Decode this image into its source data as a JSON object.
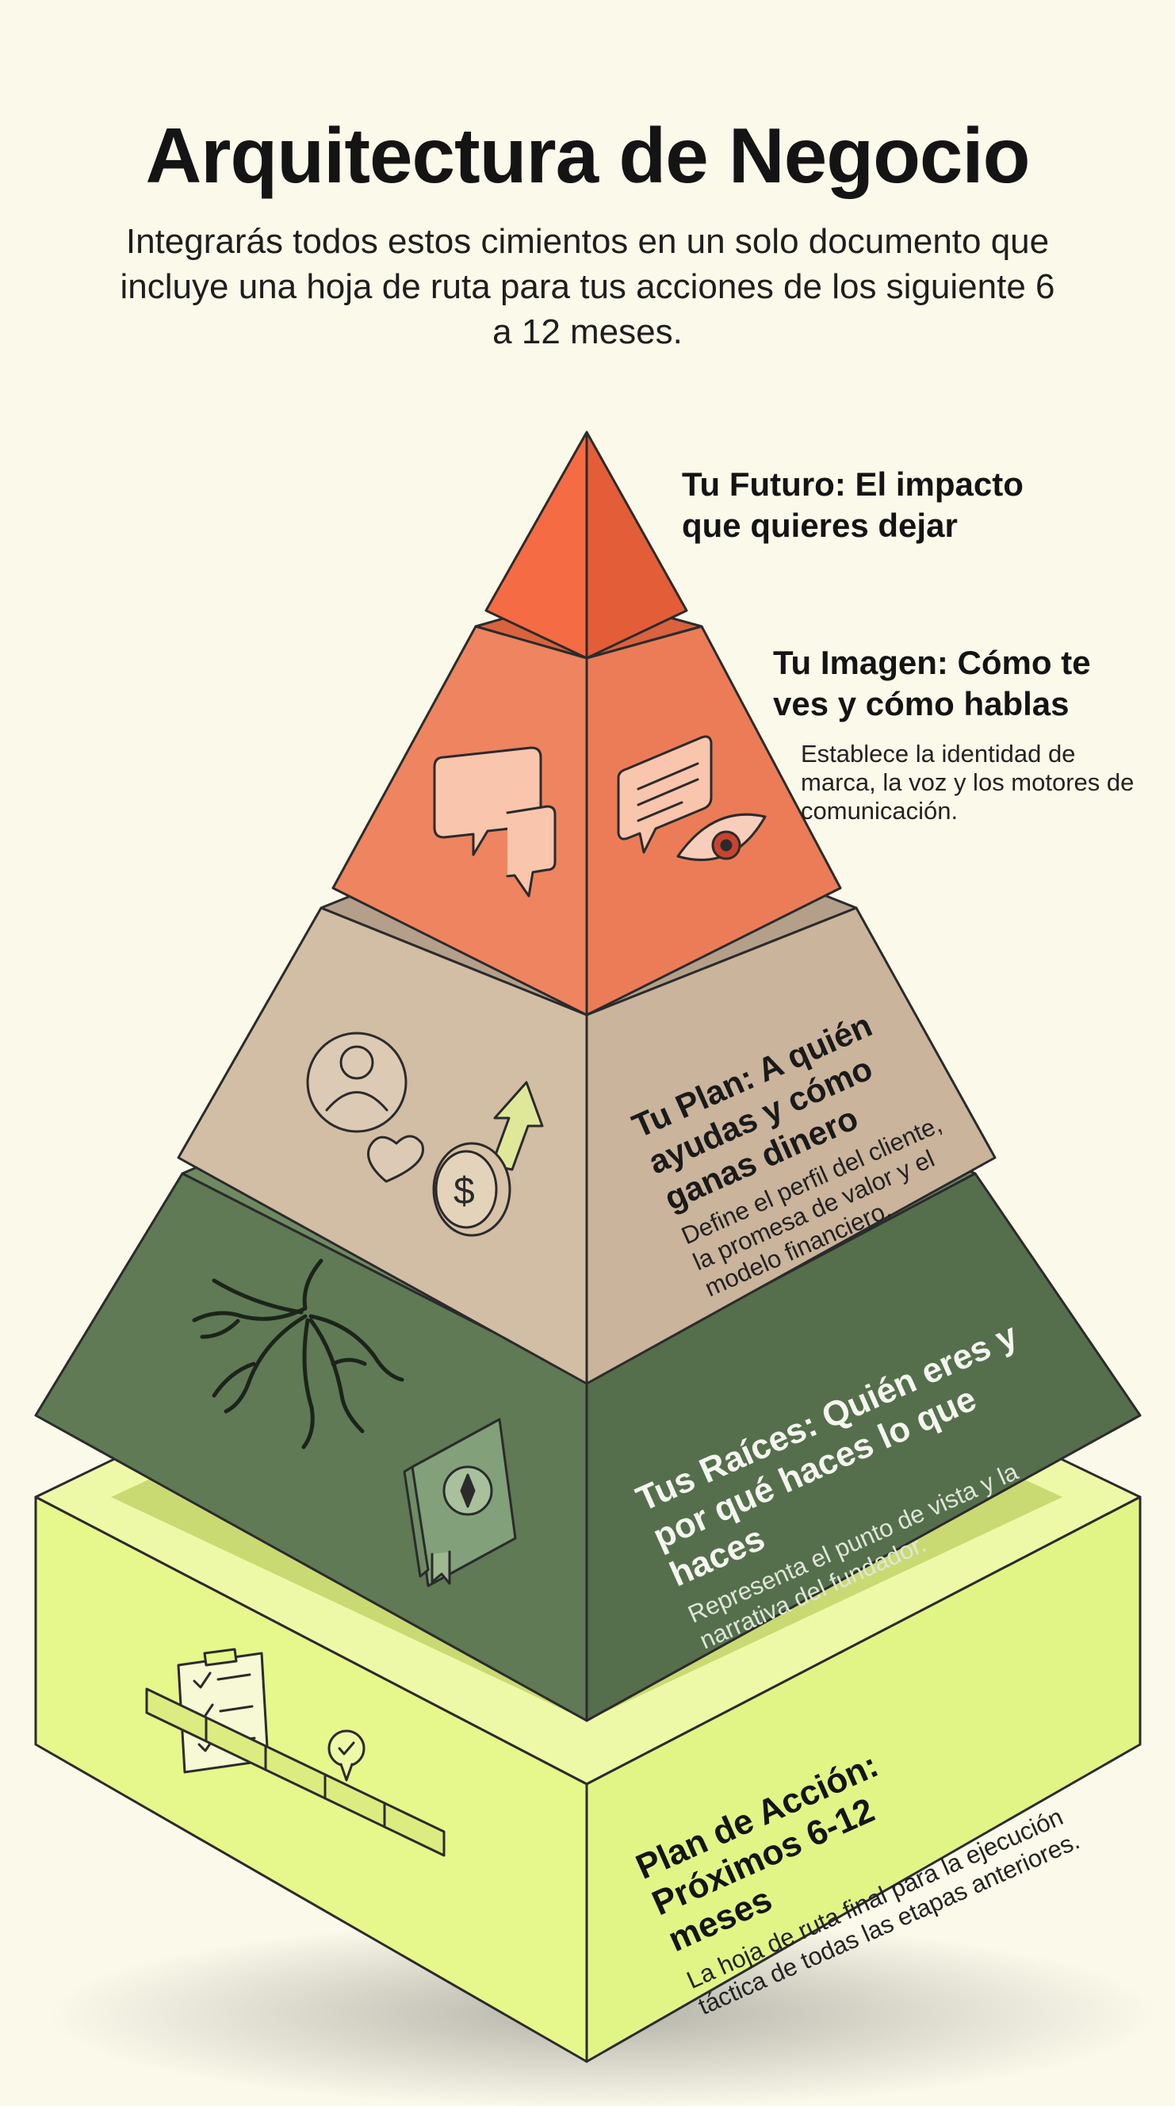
{
  "header": {
    "title": "Arquitectura de Negocio",
    "subtitle": "Integrarás todos estos cimientos en un solo documento que incluye una hoja de ruta para tus acciones de los siguiente 6 a 12 meses."
  },
  "levels": {
    "futuro": {
      "title": "Tu Futuro: El impacto que quieres dejar"
    },
    "imagen": {
      "title": "Tu Imagen: Cómo te ves y cómo hablas",
      "description": "Establece la identidad de marca, la voz y los motores de comunicación."
    },
    "plan": {
      "title": "Tu Plan: A quién ayudas y cómo ganas dinero",
      "description": "Define el perfil del cliente, la promesa de valor y el modelo financiero."
    },
    "raices": {
      "title": "Tus Raíces: Quién eres y por qué haces lo que haces",
      "description": "Representa el punto de vista y la narrativa del fundador."
    },
    "accion": {
      "title": "Plan de Acción: Próximos 6-12 meses",
      "description": "La hoja de ruta final para la ejecución táctica de todas las etapas anteriores."
    }
  },
  "colors": {
    "background": "#fbf9ea",
    "futuro": "#f26a43",
    "imagen": "#ee8460",
    "plan": "#d3bea6",
    "raices": "#5e7a55",
    "accion": "#e2f589"
  },
  "icons": [
    "speech-bubbles-icon",
    "message-eye-icon",
    "person-heart-icon",
    "coin-arrow-icon",
    "roots-icon",
    "book-compass-icon",
    "checklist-icon",
    "timeline-icon"
  ]
}
